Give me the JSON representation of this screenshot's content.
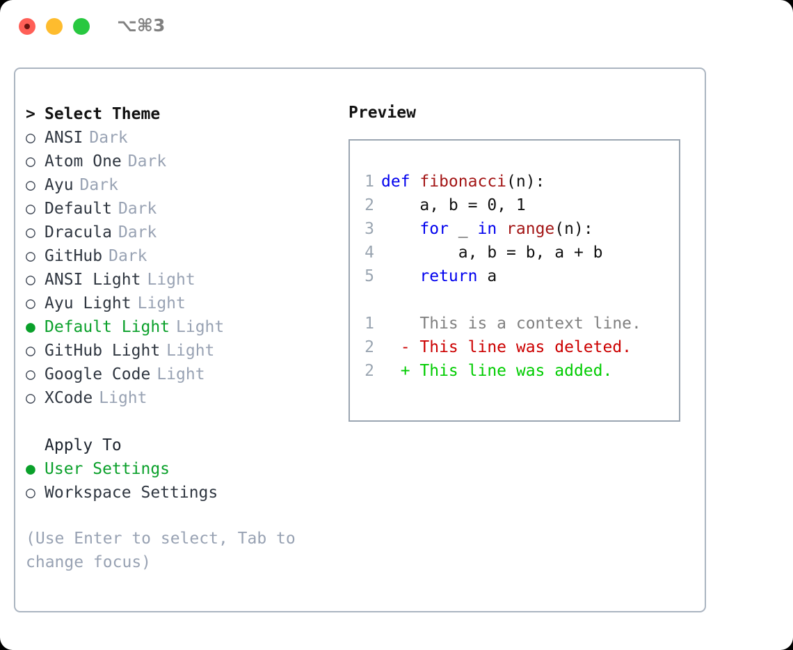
{
  "window": {
    "traffic_lights": [
      "close",
      "minimize",
      "maximize"
    ],
    "shortcut": "⌥⌘3"
  },
  "colors": {
    "selected_green": "#0aa02a",
    "added_green": "#00cc00",
    "deleted_red": "#cc0000",
    "keyword_blue": "#0000ee",
    "function_red": "#a31515",
    "muted_gray": "#98a2b3",
    "border_gray": "#aab4c0",
    "light_red": "#ff5f57",
    "light_yellow": "#febc2e",
    "light_green": "#28c840"
  },
  "theme_list": {
    "heading_marker": ">",
    "heading": "Select Theme",
    "items": [
      {
        "marker": "○",
        "name": "ANSI",
        "category": "Dark",
        "selected": false
      },
      {
        "marker": "○",
        "name": "Atom One",
        "category": "Dark",
        "selected": false
      },
      {
        "marker": "○",
        "name": "Ayu",
        "category": "Dark",
        "selected": false
      },
      {
        "marker": "○",
        "name": "Default",
        "category": "Dark",
        "selected": false
      },
      {
        "marker": "○",
        "name": "Dracula",
        "category": "Dark",
        "selected": false
      },
      {
        "marker": "○",
        "name": "GitHub",
        "category": "Dark",
        "selected": false
      },
      {
        "marker": "○",
        "name": "ANSI Light",
        "category": "Light",
        "selected": false
      },
      {
        "marker": "○",
        "name": "Ayu Light",
        "category": "Light",
        "selected": false
      },
      {
        "marker": "●",
        "name": "Default Light",
        "category": "Light",
        "selected": true
      },
      {
        "marker": "○",
        "name": "GitHub Light",
        "category": "Light",
        "selected": false
      },
      {
        "marker": "○",
        "name": "Google Code",
        "category": "Light",
        "selected": false
      },
      {
        "marker": "○",
        "name": "XCode",
        "category": "Light",
        "selected": false
      }
    ]
  },
  "apply_to": {
    "label": "Apply To",
    "options": [
      {
        "marker": "●",
        "name": "User Settings",
        "selected": true
      },
      {
        "marker": "○",
        "name": "Workspace Settings",
        "selected": false
      }
    ]
  },
  "hint": "(Use Enter to select, Tab to change focus)",
  "preview": {
    "heading": "Preview",
    "code_lines": [
      {
        "no": "1",
        "tokens": [
          {
            "t": "def ",
            "c": "kw"
          },
          {
            "t": "fibonacci",
            "c": "fn"
          },
          {
            "t": "(n):",
            "c": "plain"
          }
        ]
      },
      {
        "no": "2",
        "tokens": [
          {
            "t": "    a, b = 0, 1",
            "c": "plain"
          }
        ]
      },
      {
        "no": "3",
        "tokens": [
          {
            "t": "    ",
            "c": "plain"
          },
          {
            "t": "for",
            "c": "kw"
          },
          {
            "t": " _ ",
            "c": "plain"
          },
          {
            "t": "in",
            "c": "kw"
          },
          {
            "t": " ",
            "c": "plain"
          },
          {
            "t": "range",
            "c": "fn"
          },
          {
            "t": "(n):",
            "c": "plain"
          }
        ]
      },
      {
        "no": "4",
        "tokens": [
          {
            "t": "        a, b = b, a + b",
            "c": "plain"
          }
        ]
      },
      {
        "no": "5",
        "tokens": [
          {
            "t": "    ",
            "c": "plain"
          },
          {
            "t": "return",
            "c": "kw"
          },
          {
            "t": " a",
            "c": "plain"
          }
        ]
      }
    ],
    "diff_lines": [
      {
        "no": "1",
        "sign": " ",
        "text": "This is a context line.",
        "kind": "ctx"
      },
      {
        "no": "2",
        "sign": "-",
        "text": "This line was deleted.",
        "kind": "del"
      },
      {
        "no": "2",
        "sign": "+",
        "text": "This line was added.",
        "kind": "add"
      }
    ]
  }
}
